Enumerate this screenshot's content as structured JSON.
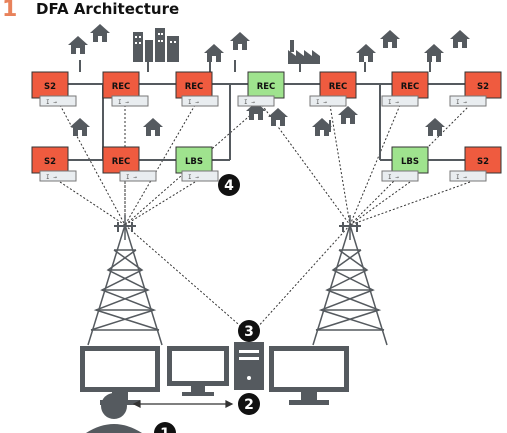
{
  "header": {
    "number": "1",
    "title": "DFA Architecture"
  },
  "colors": {
    "recloser": "#ef5b3f",
    "lbs": "#9fe38e",
    "dark": "#555a5f",
    "accent": "#e8825b"
  },
  "top_row": [
    {
      "label": "S2"
    },
    {
      "label": "REC"
    },
    {
      "label": "REC"
    },
    {
      "label": "REC",
      "kind": "lbs"
    },
    {
      "label": "REC"
    },
    {
      "label": "REC"
    },
    {
      "label": "S2"
    }
  ],
  "bottom_row": [
    {
      "label": "S2"
    },
    {
      "label": "REC"
    },
    {
      "label": "LBS"
    },
    {
      "label": "LBS"
    },
    {
      "label": "S2"
    }
  ],
  "switch_text": "I →",
  "badges": [
    "4",
    "3",
    "2",
    "1"
  ],
  "icons": [
    "house-icon",
    "building-icon",
    "factory-icon",
    "cell-tower-icon",
    "monitor-icon",
    "server-tower-icon",
    "user-icon"
  ]
}
